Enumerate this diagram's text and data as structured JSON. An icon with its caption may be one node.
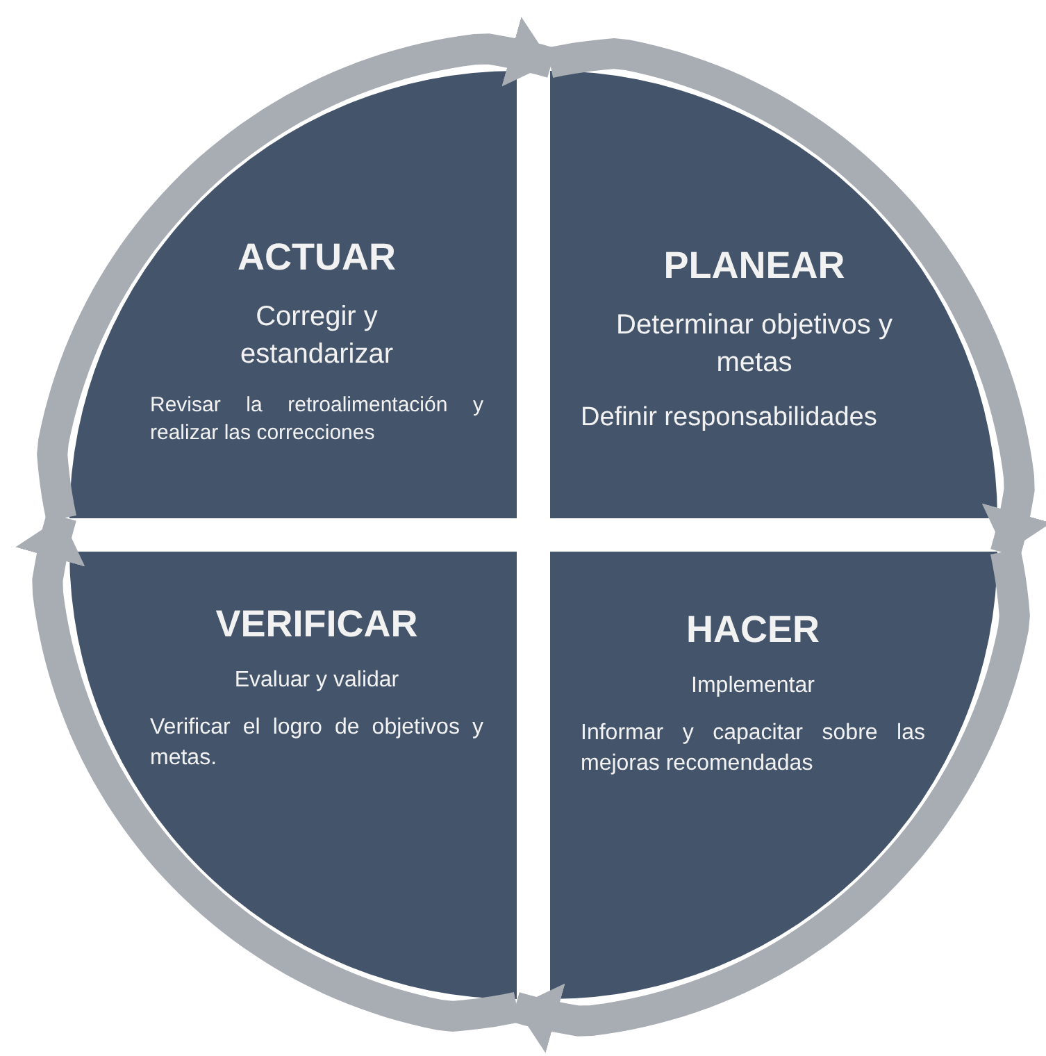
{
  "diagram": {
    "nodes": [
      {
        "text": [
          "ACTUAR",
          "Corregir y estandarizar",
          "Revisar la retroalimentación y realizar las correcciones"
        ]
      },
      {
        "text": [
          "PLANEAR",
          "Determinar objetivos y metas",
          "Definir responsabilidades"
        ]
      },
      {
        "text": [
          "VERIFICAR",
          "Evaluar y validar",
          "Verificar el logro de objetivos y metas."
        ]
      },
      {
        "text": [
          "HACER",
          "Implementar",
          "Informar y capacitar sobre las mejoras recomendadas"
        ]
      }
    ],
    "edges": [
      {
        "from": 0,
        "to": 1,
        "arrow": "to"
      },
      {
        "from": 1,
        "to": 3,
        "arrow": "to"
      },
      {
        "from": 3,
        "to": 2,
        "arrow": "to"
      },
      {
        "from": 2,
        "to": 0,
        "arrow": "to"
      }
    ]
  }
}
